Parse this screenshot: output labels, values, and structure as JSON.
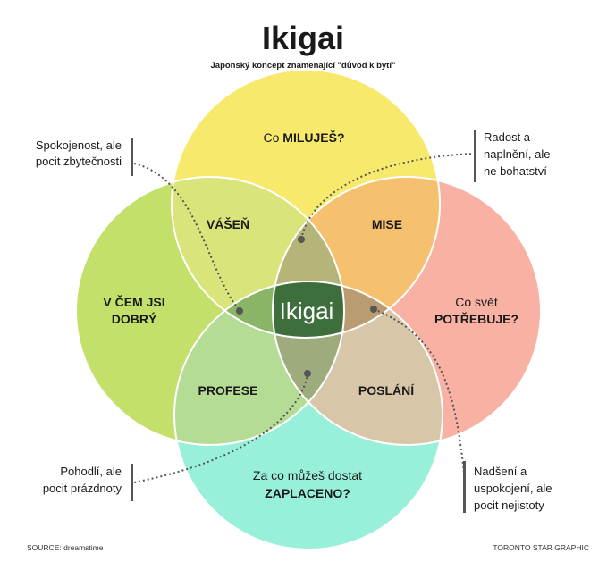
{
  "title": "Ikigai",
  "subtitle": "Japonský koncept znamenající \"důvod k bytí\"",
  "colors": {
    "love": "#f7e96b",
    "good": "#c3e06a",
    "need": "#f9b1a3",
    "paid": "#99f0da",
    "passion": "#d9e47a",
    "mission": "#f5c16e",
    "profession": "#b4dc94",
    "vocation": "#d7c7a8",
    "center": "#3e6e3c",
    "leader": "#555555"
  },
  "circles": {
    "love": {
      "line1": "Co ",
      "line1_bold": "MILUJEŠ?"
    },
    "good": {
      "line1": "V ČEM JSI",
      "line2": "DOBRÝ"
    },
    "need": {
      "line1": "Co svět",
      "line2": "POTŘEBUJE?"
    },
    "paid": {
      "line1": "Za co můžeš dostat",
      "line2": "ZAPLACENO?"
    }
  },
  "overlaps": {
    "passion": "VÁŠEŇ",
    "mission": "MISE",
    "profession": "PROFESE",
    "vocation": "POSLÁNÍ"
  },
  "center_label": "Ikigai",
  "notes": {
    "top_left": [
      "Spokojenost, ale",
      "pocit zbytečnosti"
    ],
    "top_right": [
      "Radost a",
      "naplnění, ale",
      "ne bohatství"
    ],
    "bottom_left": [
      "Pohodlí, ale",
      "pocit prázdnoty"
    ],
    "bottom_right": [
      "Nadšení a",
      "uspokojení, ale",
      "pocit nejistoty"
    ]
  },
  "footer": {
    "source": "SOURCE: dreamstime",
    "credit": "TORONTO STAR GRAPHIC"
  }
}
